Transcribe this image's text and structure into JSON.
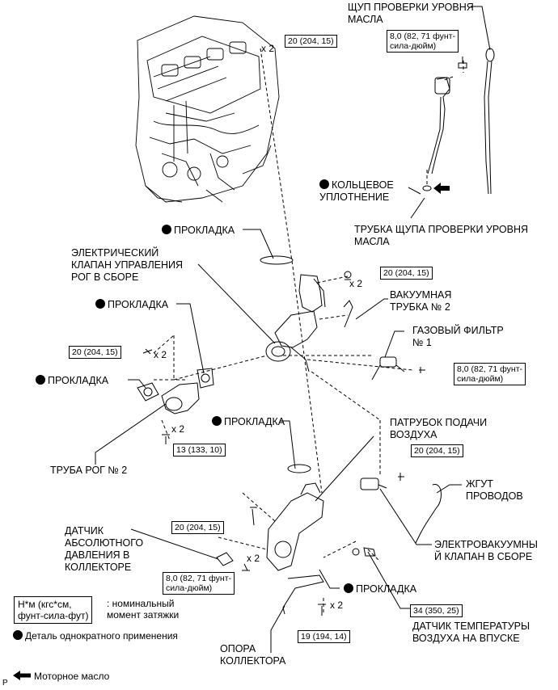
{
  "labels": {
    "dipstick": "ЩУП ПРОВЕРКИ УРОВНЯ\nМАСЛА",
    "o_ring": "КОЛЬЦЕВОЕ\nУПЛОТНЕНИЕ",
    "dipstick_tube": "ТРУБКА ЩУПА ПРОВЕРКИ УРОВНЯ\nМАСЛА",
    "gasket_top": "ПРОКЛАДКА",
    "egr_valve": "ЭЛЕКТРИЧЕСКИЙ\nКЛАПАН УПРАВЛЕНИЯ\nРОГ В СБОРЕ",
    "vacuum_tube": "ВАКУУМНАЯ\nТРУБКА № 2",
    "gas_filter": "ГАЗОВЫЙ ФИЛЬТР\n№ 1",
    "gasket_left_upper": "ПРОКЛАДКА",
    "gasket_left_lower": "ПРОКЛАДКА",
    "gasket_middle": "ПРОКЛАДКА",
    "egr_pipe": "ТРУБА РОГ № 2",
    "air_inlet": "ПАТРУБОК ПОДАЧИ\nВОЗДУХА",
    "wire_harness": "ЖГУТ\nПРОВОДОВ",
    "vsv": "ЭЛЕКТРОВАКУУМНЫ\nЙ КЛАПАН В СБОРЕ",
    "map_sensor": "ДАТЧИК\nАБСОЛЮТНОГО\nДАВЛЕНИЯ В\nКОЛЛЕКТОРЕ",
    "gasket_lower_right": "ПРОКЛАДКА",
    "iat_sensor": "ДАТЧИК ТЕМПЕРАТУРЫ\nВОЗДУХА НА ВПУСКЕ",
    "manifold_stay": "ОПОРА\nКОЛЛЕКТОРА"
  },
  "torques": {
    "t1": "20 (204, 15)",
    "t2": "8,0 (82, 71 фунт-\nсила-дюйм)",
    "t3": "20 (204, 15)",
    "t4": "20 (204, 15)",
    "t5": "8,0 (82, 71 фунт-\nсила-дюйм)",
    "t6": "13 (133, 10)",
    "t7": "20 (204, 15)",
    "t8": "20 (204, 15)",
    "t9": "8,0 (82, 71 фунт-\nсила-дюйм)",
    "t10": "34 (350, 25)",
    "t11": "19 (194, 14)"
  },
  "multipliers": {
    "m1": "x 2",
    "m2": "x 2",
    "m3": "x 2",
    "m4": "x 2",
    "m5": "x 2",
    "m6": "x 2"
  },
  "legend": {
    "unit_box": "Н*м (кгс*см,\nфунт-сила-фут)",
    "unit_desc": ": номинальный\nмомент затяжки",
    "single_use": "Деталь однократного применения",
    "engine_oil": "Моторное масло"
  },
  "corner_mark": "P",
  "icons": [
    "non-reusable-dot-icon",
    "engine-oil-arrow-icon"
  ]
}
